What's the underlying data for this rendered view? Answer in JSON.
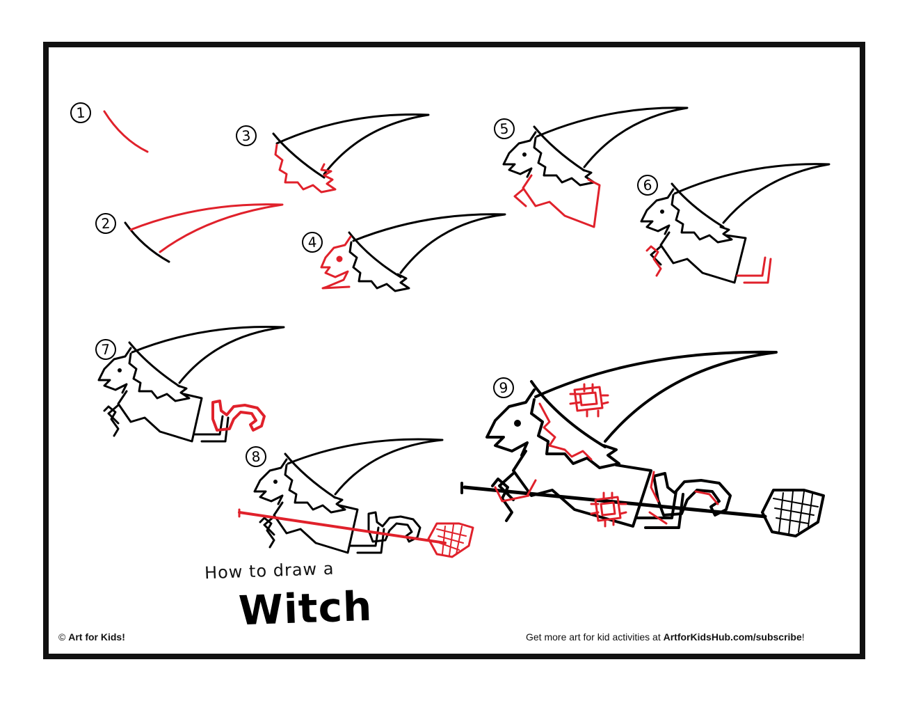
{
  "title": {
    "line1": "How to draw a",
    "line2": "Witch"
  },
  "steps": [
    "1",
    "2",
    "3",
    "4",
    "5",
    "6",
    "7",
    "8",
    "9"
  ],
  "footer": {
    "copyright_symbol": "©",
    "copyright_name": "Art for Kids!",
    "promo_text": "Get more art for kid activities at ",
    "promo_url": "ArtforKidsHub.com/subscribe",
    "promo_end": "!"
  },
  "colors": {
    "new_lines": "#e0212b",
    "old_lines": "#000000",
    "border": "#111111"
  }
}
